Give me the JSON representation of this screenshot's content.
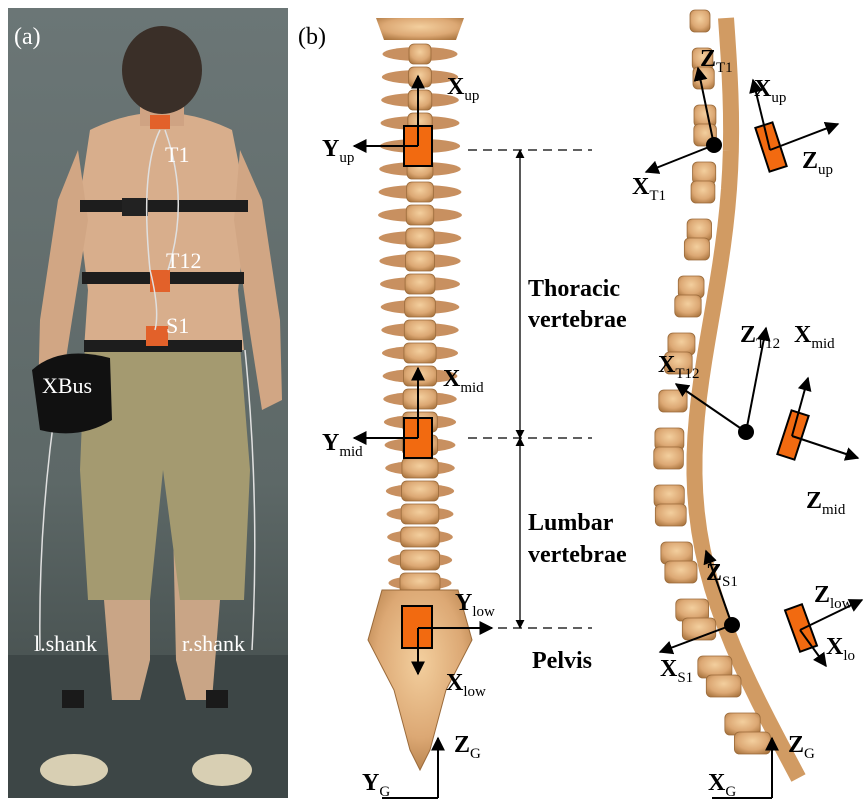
{
  "panels": {
    "a": {
      "label": "(a)"
    },
    "b": {
      "label": "(b)"
    }
  },
  "photo_labels": {
    "t1": "T1",
    "t12": "T12",
    "s1": "S1",
    "xbus": "XBus",
    "l_shank": "l.shank",
    "r_shank": "r.shank"
  },
  "regions": {
    "thoracic_line1": "Thoracic",
    "thoracic_line2": "vertebrae",
    "lumbar_line1": "Lumbar",
    "lumbar_line2": "vertebrae",
    "pelvis": "Pelvis"
  },
  "axes_front": {
    "x_up": {
      "main": "X",
      "sub": "up"
    },
    "y_up": {
      "main": "Y",
      "sub": "up"
    },
    "x_mid": {
      "main": "X",
      "sub": "mid"
    },
    "y_mid": {
      "main": "Y",
      "sub": "mid"
    },
    "y_low": {
      "main": "Y",
      "sub": "low"
    },
    "x_low": {
      "main": "X",
      "sub": "low"
    },
    "z_g": {
      "main": "Z",
      "sub": "G"
    },
    "y_g": {
      "main": "Y",
      "sub": "G"
    }
  },
  "axes_side": {
    "z_t1": {
      "main": "Z",
      "sub": "T1"
    },
    "x_t1": {
      "main": "X",
      "sub": "T1"
    },
    "x_up": {
      "main": "X",
      "sub": "up"
    },
    "z_up": {
      "main": "Z",
      "sub": "up"
    },
    "z_t12": {
      "main": "Z",
      "sub": "T12"
    },
    "x_mid": {
      "main": "X",
      "sub": "mid"
    },
    "x_t12": {
      "main": "X",
      "sub": "T12"
    },
    "z_mid": {
      "main": "Z",
      "sub": "mid"
    },
    "z_s1": {
      "main": "Z",
      "sub": "S1"
    },
    "x_s1": {
      "main": "X",
      "sub": "S1"
    },
    "z_low": {
      "main": "Z",
      "sub": "low"
    },
    "x_low": {
      "main": "X",
      "sub": "lo"
    },
    "z_g": {
      "main": "Z",
      "sub": "G"
    },
    "x_g": {
      "main": "X",
      "sub": "G"
    }
  },
  "colors": {
    "sensor": "#f26a10",
    "bone": "#dca874",
    "bone_dark": "#a8733d",
    "photo_bg": "#5f6b6a"
  }
}
